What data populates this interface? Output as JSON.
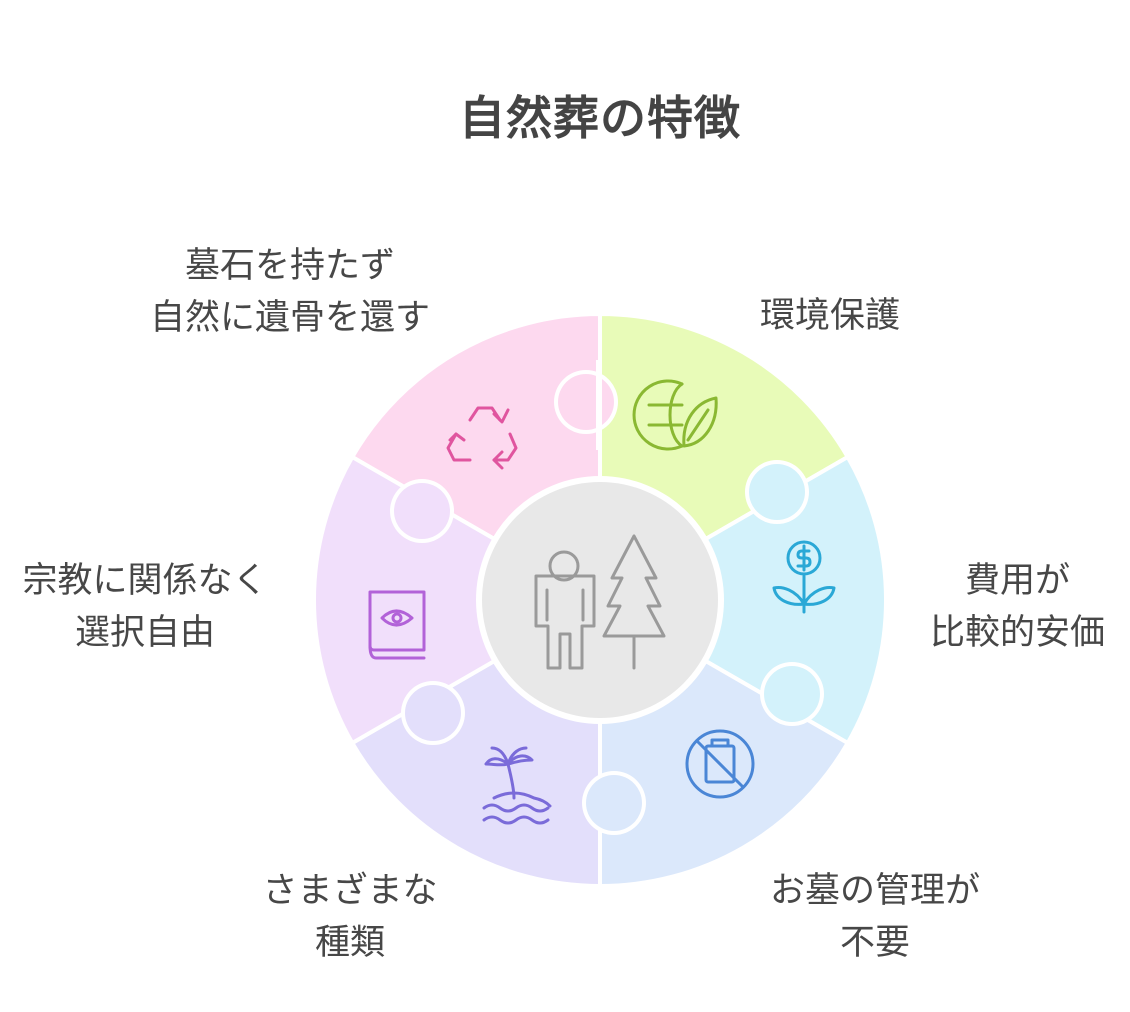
{
  "title": "自然葬の特徴",
  "segments": [
    {
      "id": "nature-return",
      "lines": [
        "墓石を持たず",
        "自然に遺骨を還す"
      ],
      "color": "#fdd9ef",
      "icon_color": "#e0559f",
      "icon": "recycle-icon"
    },
    {
      "id": "environment",
      "lines": [
        "環境保護"
      ],
      "color": "#e8fbb8",
      "icon_color": "#8ab832",
      "icon": "globe-leaf-icon"
    },
    {
      "id": "cost",
      "lines": [
        "費用が",
        "比較的安価"
      ],
      "color": "#d3f2fb",
      "icon_color": "#2aa8d6",
      "icon": "money-plant-icon"
    },
    {
      "id": "no-management",
      "lines": [
        "お墓の管理が",
        "不要"
      ],
      "color": "#dbe8fb",
      "icon_color": "#4a86d6",
      "icon": "no-gravestone-icon"
    },
    {
      "id": "variety",
      "lines": [
        "さまざまな",
        "種類"
      ],
      "color": "#e3dffb",
      "icon_color": "#7a6bd9",
      "icon": "island-palm-icon"
    },
    {
      "id": "religion",
      "lines": [
        "宗教に関係なく",
        "選択自由"
      ],
      "color": "#f1dffb",
      "icon_color": "#b262d8",
      "icon": "book-eye-icon"
    }
  ],
  "center": {
    "color": "#e8e8e8",
    "icon_color": "#9a9a9a",
    "icon": "person-tree-icon"
  }
}
